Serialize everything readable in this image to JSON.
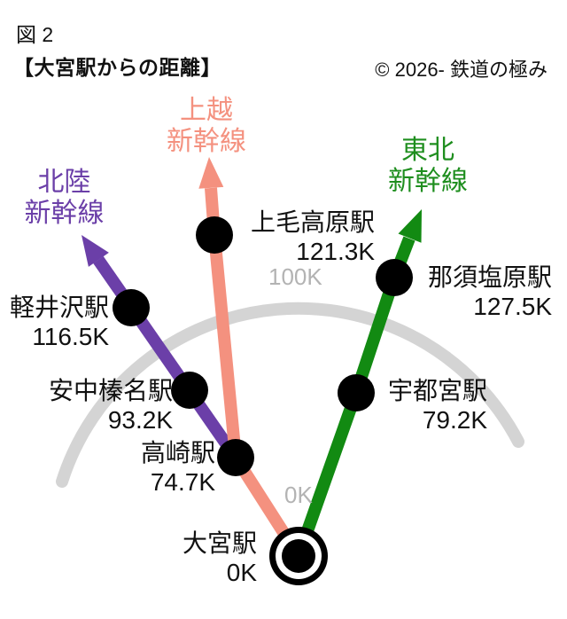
{
  "figure": {
    "tag": "図 2",
    "title": "【大宮駅からの距離】",
    "copyright": "© 2026- 鉄道の極み"
  },
  "colors": {
    "hokuriku": "#6B3FA8",
    "joetsu": "#F4917F",
    "tohoku": "#128A12",
    "arc": "#D4D4D4",
    "gray_label": "#B3B3B3",
    "station_dot": "#000000"
  },
  "lines": {
    "joetsu": {
      "name_line1": "上越",
      "name_line2": "新幹線"
    },
    "tohoku": {
      "name_line1": "東北",
      "name_line2": "新幹線"
    },
    "hokuriku": {
      "name_line1": "北陸",
      "name_line2": "新幹線"
    }
  },
  "stations": [
    {
      "name": "上毛高原駅",
      "distance": "121.3K",
      "distance_km": 121.3,
      "line": "上越新幹線"
    },
    {
      "name": "那須塩原駅",
      "distance": "127.5K",
      "distance_km": 127.5,
      "line": "東北新幹線"
    },
    {
      "name": "軽井沢駅",
      "distance": "116.5K",
      "distance_km": 116.5,
      "line": "北陸新幹線"
    },
    {
      "name": "安中榛名駅",
      "distance": "93.2K",
      "distance_km": 93.2,
      "line": "北陸新幹線"
    },
    {
      "name": "宇都宮駅",
      "distance": "79.2K",
      "distance_km": 79.2,
      "line": "東北新幹線"
    },
    {
      "name": "高崎駅",
      "distance": "74.7K",
      "distance_km": 74.7,
      "line": "上越新幹線"
    }
  ],
  "origin": {
    "name": "大宮駅",
    "distance": "0K",
    "distance_km": 0
  },
  "distance_rings": {
    "ring100": "100K",
    "ring0": "0K"
  }
}
